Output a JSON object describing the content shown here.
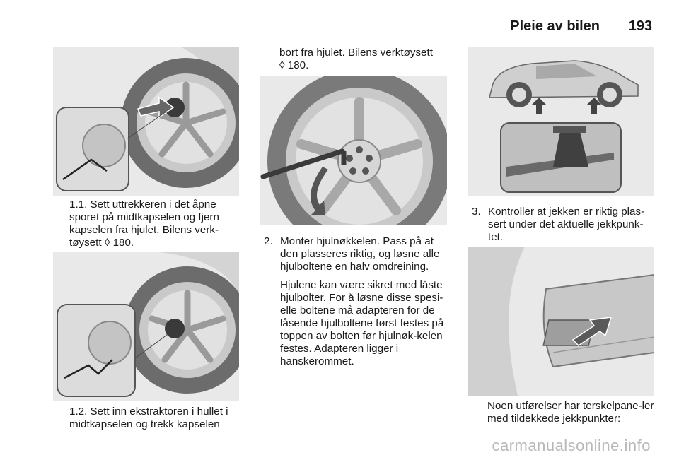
{
  "header": {
    "title": "Pleie av bilen",
    "page_number": "193"
  },
  "col1": {
    "step_1_1": "1.1. Sett uttrekkeren i det åpne sporet på midtkapselen og fjern kapselen fra hjulet. Bilens verk-tøysett",
    "step_1_1_ref": "180.",
    "step_1_2": "1.2. Sett inn ekstraktoren i hullet i midtkapselen og trekk kapselen"
  },
  "col2": {
    "cont_text": "bort fra hjulet. Bilens verktøysett",
    "cont_ref": "180.",
    "step_2_num": "2.",
    "step_2": "Monter hjulnøkkelen. Pass på at den plasseres riktig, og løsne alle hjulboltene en halv omdreining.",
    "step_2_note": "Hjulene kan være sikret med låste hjulbolter. For å løsne disse spesi-elle boltene må adapteren for de låsende hjulboltene først festes på toppen av bolten før hjulnøk-kelen festes. Adapteren ligger i hanskerommet."
  },
  "col3": {
    "step_3_num": "3.",
    "step_3": "Kontroller at jekken er riktig plas-sert under det aktuelle jekkpunk-tet.",
    "note": "Noen utførelser har terskelpane-ler med tildekkede jekkpunkter:"
  },
  "ref_symbol": "◊",
  "watermark": "carmanualsonline.info"
}
